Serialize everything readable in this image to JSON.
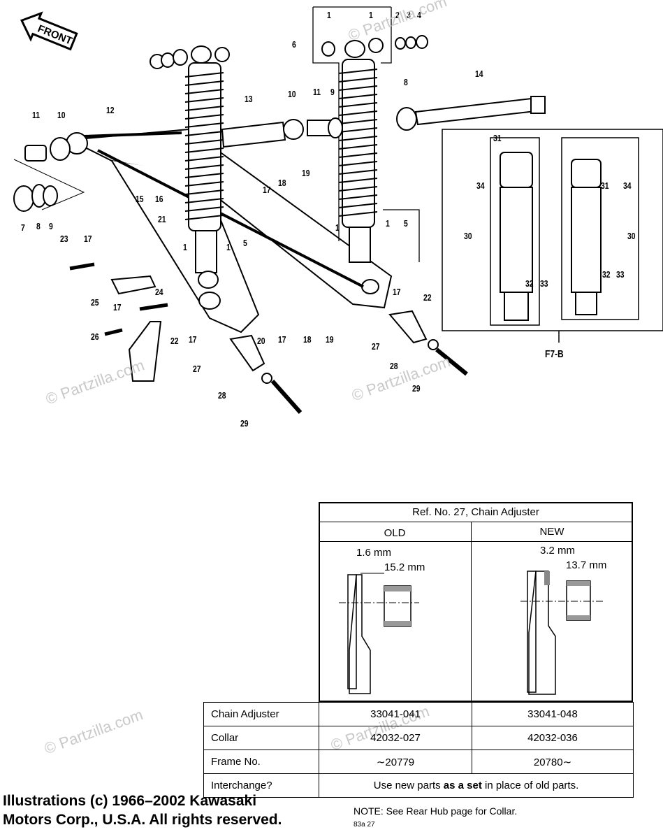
{
  "front_label": "FRONT",
  "callouts": [
    {
      "id": "c1a",
      "text": "1"
    },
    {
      "id": "c1b",
      "text": "1"
    },
    {
      "id": "c2",
      "text": "2"
    },
    {
      "id": "c3",
      "text": "3"
    },
    {
      "id": "c4",
      "text": "4"
    },
    {
      "id": "c6",
      "text": "6"
    },
    {
      "id": "c8",
      "text": "8"
    },
    {
      "id": "c14",
      "text": "14"
    },
    {
      "id": "c11a",
      "text": "11"
    },
    {
      "id": "c10a",
      "text": "10"
    },
    {
      "id": "c12",
      "text": "12"
    },
    {
      "id": "c13",
      "text": "13"
    },
    {
      "id": "c10b",
      "text": "10"
    },
    {
      "id": "c11b",
      "text": "11"
    },
    {
      "id": "c9a",
      "text": "9"
    },
    {
      "id": "c31a",
      "text": "31"
    },
    {
      "id": "c34a",
      "text": "34"
    },
    {
      "id": "c31b",
      "text": "31"
    },
    {
      "id": "c34b",
      "text": "34"
    },
    {
      "id": "c30a",
      "text": "30"
    },
    {
      "id": "c30b",
      "text": "30"
    },
    {
      "id": "c32a",
      "text": "32"
    },
    {
      "id": "c33a",
      "text": "33"
    },
    {
      "id": "c32b",
      "text": "32"
    },
    {
      "id": "c33b",
      "text": "33"
    },
    {
      "id": "c15",
      "text": "15"
    },
    {
      "id": "c16",
      "text": "16"
    },
    {
      "id": "c17a",
      "text": "17"
    },
    {
      "id": "c18a",
      "text": "18"
    },
    {
      "id": "c19a",
      "text": "19"
    },
    {
      "id": "c21",
      "text": "21"
    },
    {
      "id": "c7",
      "text": "7"
    },
    {
      "id": "c8b",
      "text": "8"
    },
    {
      "id": "c9b",
      "text": "9"
    },
    {
      "id": "c23",
      "text": "23"
    },
    {
      "id": "c17b",
      "text": "17"
    },
    {
      "id": "c1c",
      "text": "1"
    },
    {
      "id": "c1d",
      "text": "1"
    },
    {
      "id": "c5a",
      "text": "5"
    },
    {
      "id": "c1e",
      "text": "1"
    },
    {
      "id": "c1f",
      "text": "1"
    },
    {
      "id": "c5b",
      "text": "5"
    },
    {
      "id": "c22a",
      "text": "22"
    },
    {
      "id": "c17c",
      "text": "17"
    },
    {
      "id": "c24",
      "text": "24"
    },
    {
      "id": "c25",
      "text": "25"
    },
    {
      "id": "c17d",
      "text": "17"
    },
    {
      "id": "c26",
      "text": "26"
    },
    {
      "id": "c22b",
      "text": "22"
    },
    {
      "id": "c17e",
      "text": "17"
    },
    {
      "id": "c20",
      "text": "20"
    },
    {
      "id": "c17f",
      "text": "17"
    },
    {
      "id": "c18b",
      "text": "18"
    },
    {
      "id": "c19b",
      "text": "19"
    },
    {
      "id": "c27a",
      "text": "27"
    },
    {
      "id": "c27b",
      "text": "27"
    },
    {
      "id": "c28a",
      "text": "28"
    },
    {
      "id": "c28b",
      "text": "28"
    },
    {
      "id": "c29a",
      "text": "29"
    },
    {
      "id": "c29b",
      "text": "29"
    }
  ],
  "inset_label": "F7-B",
  "watermark": "© Partzilla.com",
  "table": {
    "title": "Ref. No. 27, Chain Adjuster",
    "old_label": "OLD",
    "new_label": "NEW",
    "old_dims": {
      "thickness": "1.6 mm",
      "collar": "15.2 mm"
    },
    "new_dims": {
      "thickness": "3.2 mm",
      "collar": "13.7 mm"
    },
    "rows": [
      {
        "label": "Chain Adjuster",
        "old": "33041-041",
        "new": "33041-048"
      },
      {
        "label": "Collar",
        "old": "42032-027",
        "new": "42032-036"
      },
      {
        "label": "Frame No.",
        "old": "∼20779",
        "new": "20780∼"
      }
    ],
    "interchange_label": "Interchange?",
    "interchange_pre": "Use new parts ",
    "interchange_bold": "as a set",
    "interchange_post": " in place of old parts."
  },
  "footer": {
    "line1": "Illustrations (c) 1966–2002 Kawasaki",
    "line2": "Motors Corp., U.S.A.  All rights reserved."
  },
  "note": "NOTE: See Rear Hub  page for Collar.",
  "code": "83a 27"
}
